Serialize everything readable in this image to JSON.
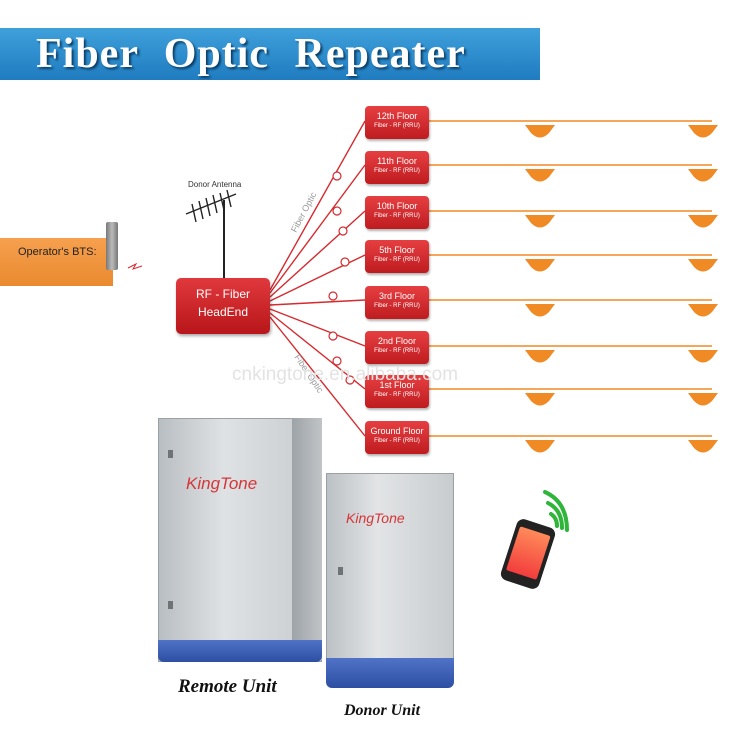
{
  "title": "Fiber Optic Repeater",
  "bts": {
    "label": "Operator's BTS:"
  },
  "donor_antenna": {
    "label": "Donor Antenna"
  },
  "headend": {
    "line1": "RF - Fiber",
    "line2": "HeadEnd"
  },
  "fiber_labels": {
    "upper": "Fiber Optic",
    "lower": "Fiber Optic"
  },
  "floors": [
    {
      "name": "12th Floor",
      "sub": "Fiber - RF (RRU)"
    },
    {
      "name": "11th Floor",
      "sub": "Fiber - RF (RRU)"
    },
    {
      "name": "10th Floor",
      "sub": "Fiber - RF (RRU)"
    },
    {
      "name": "5th Floor",
      "sub": "Fiber - RF (RRU)"
    },
    {
      "name": "3rd Floor",
      "sub": "Fiber - RF (RRU)"
    },
    {
      "name": "2nd Floor",
      "sub": "Fiber - RF (RRU)"
    },
    {
      "name": "1st Floor",
      "sub": "Fiber - RF (RRU)"
    },
    {
      "name": "Ground Floor",
      "sub": "Fiber - RF (RRU)"
    }
  ],
  "watermark": "cnkingtone.en.alibaba.com",
  "cabinets": {
    "remote": {
      "brand": "KingTone",
      "caption": "Remote Unit"
    },
    "donor": {
      "brand": "KingTone",
      "caption": "Donor Unit"
    }
  },
  "colors": {
    "banner": "#2a8bd0",
    "fiber": "#d62a2e",
    "floor_box": "#d32a2e",
    "antenna_orange": "#f08a24",
    "bts_box": "#f0963f",
    "cabinet_base": "#3a5db5"
  }
}
